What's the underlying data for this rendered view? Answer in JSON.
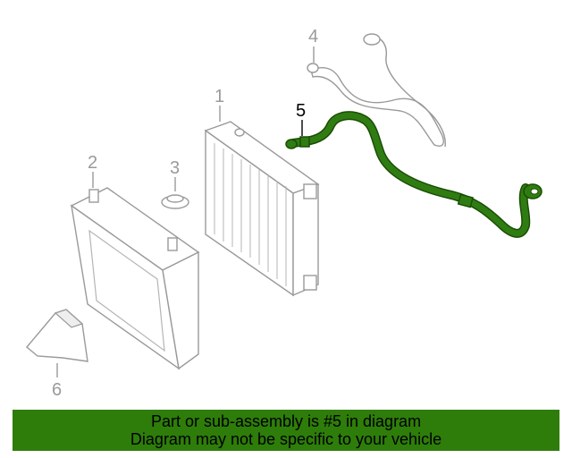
{
  "callouts": [
    {
      "id": "1",
      "label": "1"
    },
    {
      "id": "2",
      "label": "2"
    },
    {
      "id": "3",
      "label": "3"
    },
    {
      "id": "4",
      "label": "4"
    },
    {
      "id": "5",
      "label": "5"
    },
    {
      "id": "6",
      "label": "6"
    }
  ],
  "highlighted_part": "5",
  "colors": {
    "highlight": "#2e7d0a",
    "hose_fill": "#2f7d12",
    "line_gray": "#9a9a9a",
    "banner_bg": "#2e7d0a"
  },
  "banner": {
    "line1": "Part or sub-assembly is #5 in diagram",
    "line2": "Diagram may not be specific to your vehicle"
  }
}
